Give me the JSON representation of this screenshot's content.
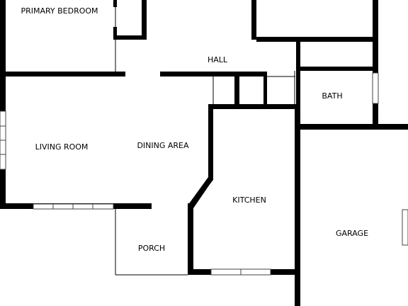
{
  "diagram": {
    "type": "floor-plan",
    "colors": {
      "walls": "#000000",
      "background": "#ffffff",
      "window_frame": "#444444"
    },
    "rooms": {
      "primary_bedroom": "PRIMARY BEDROOM",
      "hall": "HALL",
      "bath": "BATH",
      "living_room": "LIVING ROOM",
      "dining_area": "DINING AREA",
      "kitchen": "KITCHEN",
      "garage": "GARAGE",
      "porch": "PORCH"
    }
  }
}
